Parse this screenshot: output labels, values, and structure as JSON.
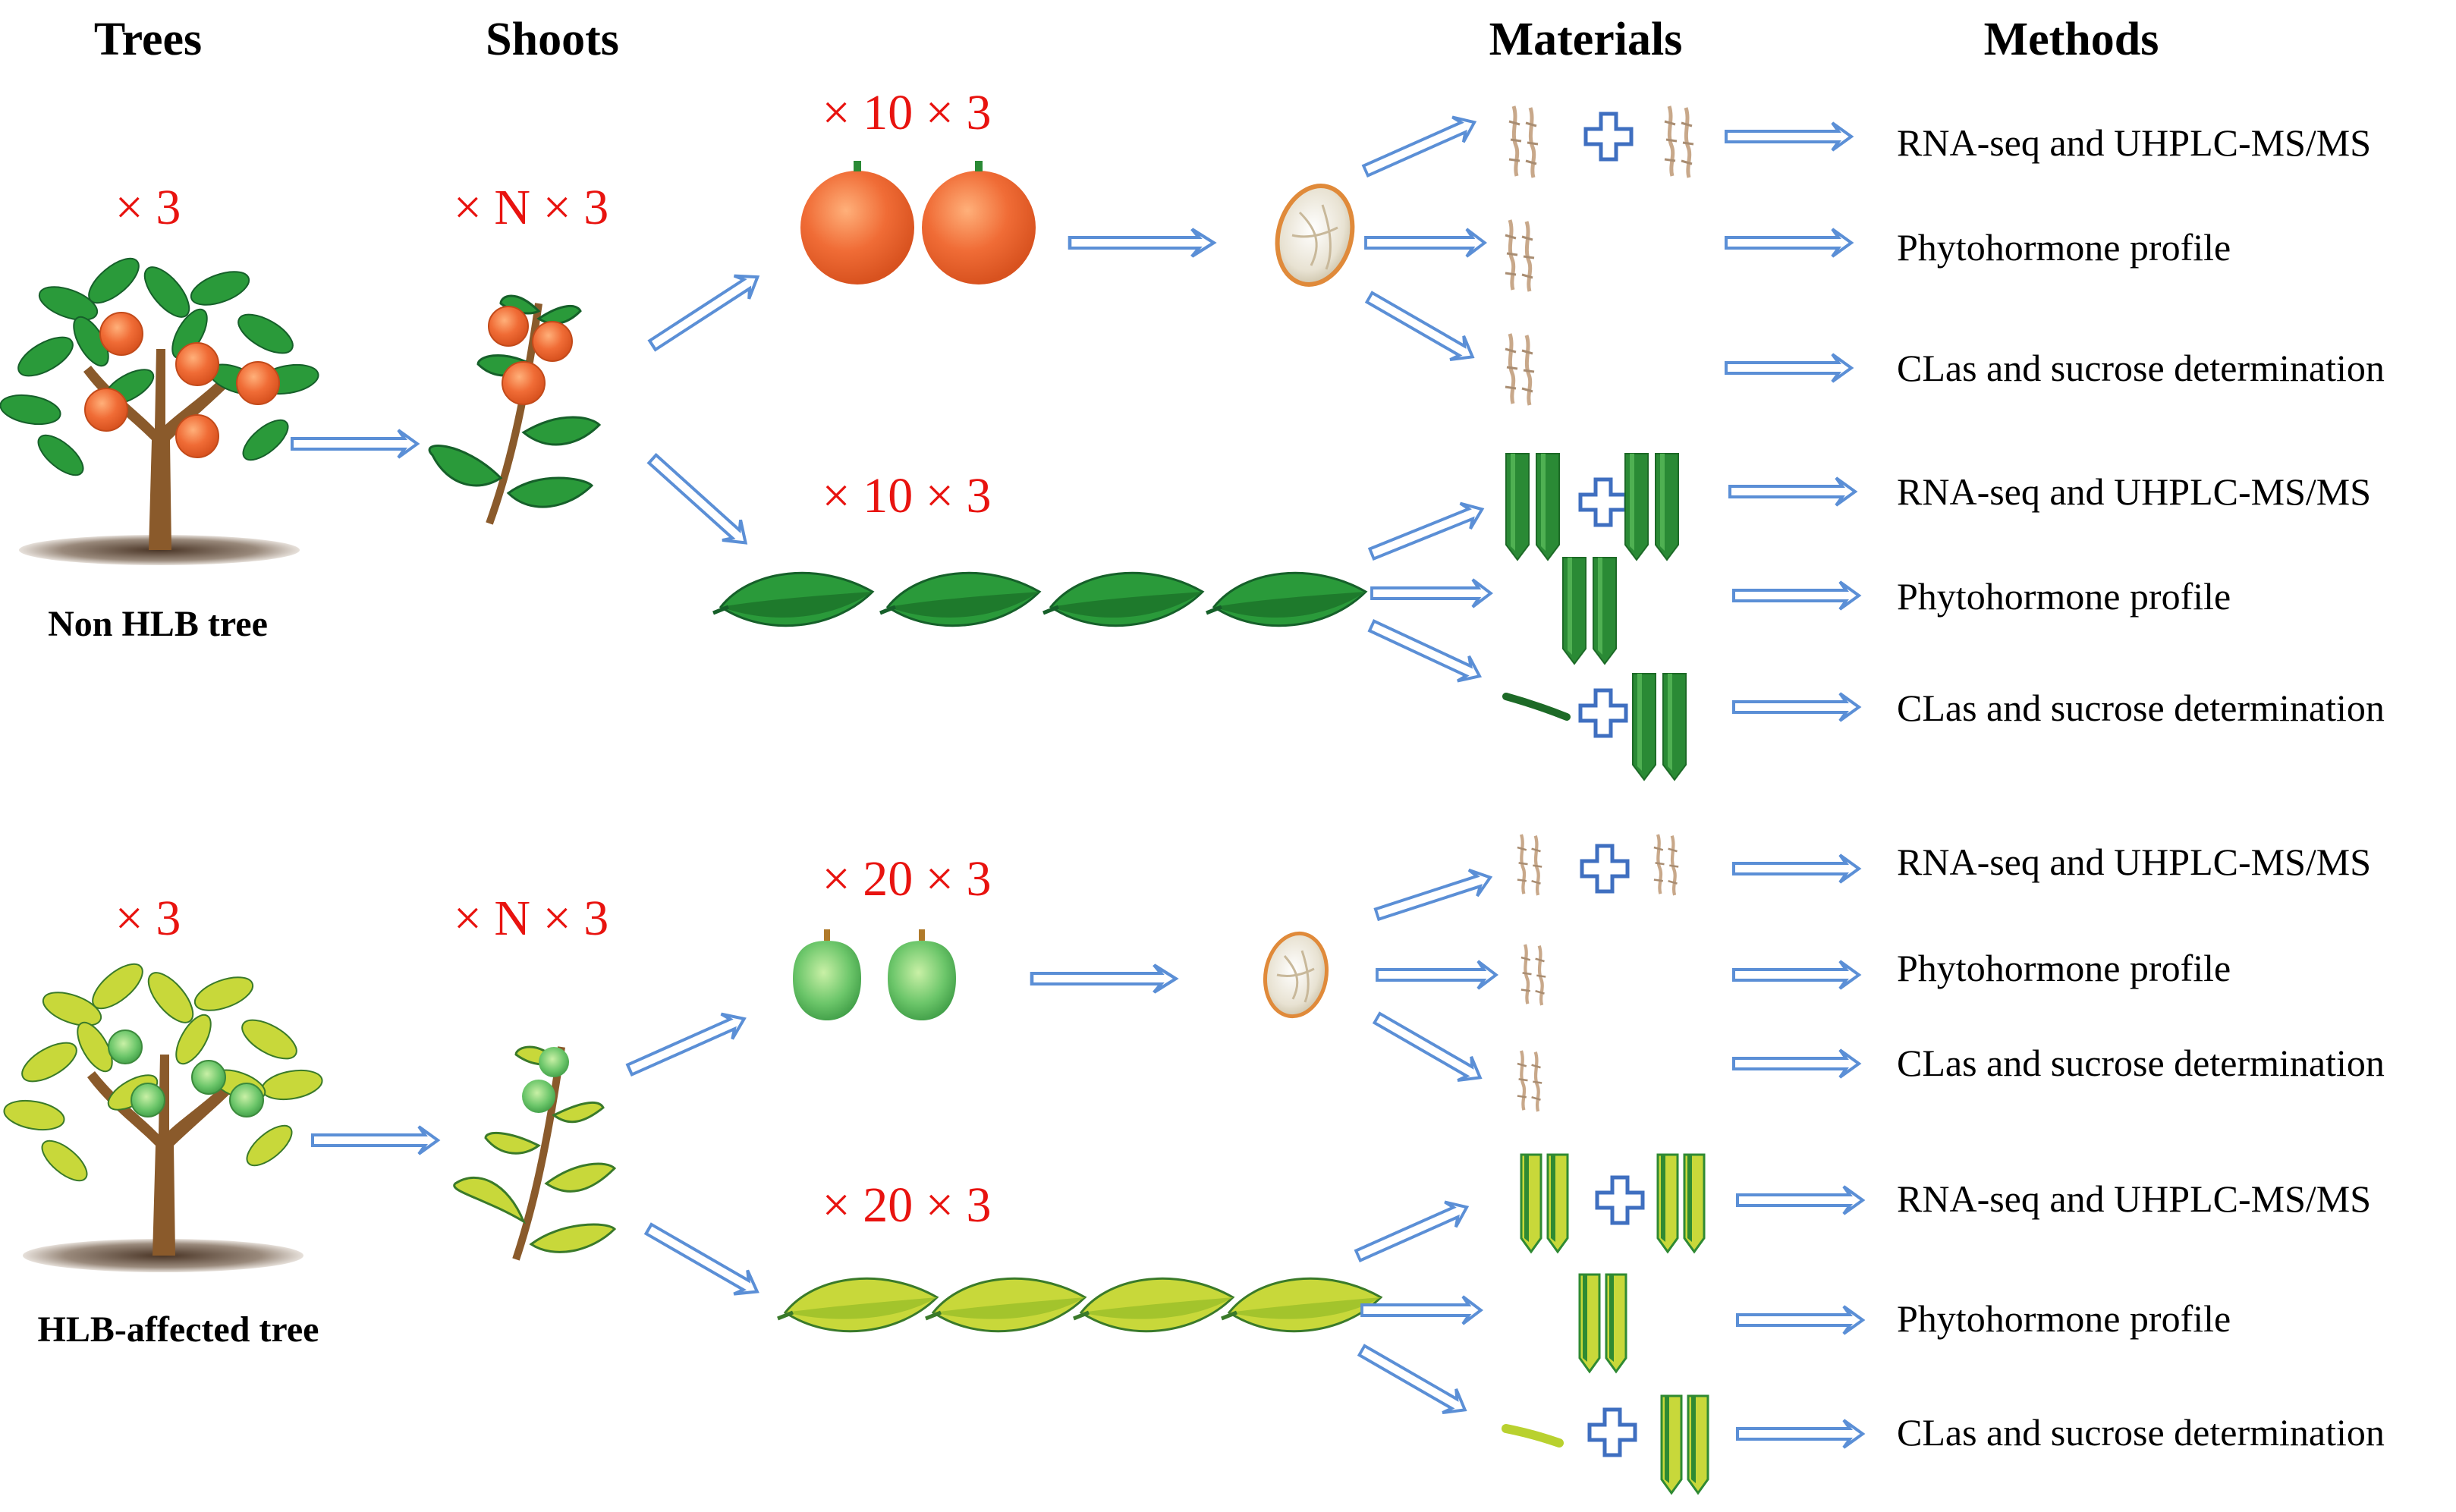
{
  "headers": {
    "trees": "Trees",
    "shoots": "Shoots",
    "materials": "Materials",
    "methods": "Methods"
  },
  "groups": [
    {
      "tree_count": "× 3",
      "shoot_count": "× N × 3",
      "tree_label": "Non HLB tree",
      "fruit_count": "× 10 × 3",
      "leaf_count": "× 10 × 3",
      "methods": [
        "RNA-seq and UHPLC-MS/MS",
        "Phytohormone profile",
        "CLas and sucrose determination",
        "RNA-seq and UHPLC-MS/MS",
        "Phytohormone profile",
        "CLas and sucrose determination"
      ]
    },
    {
      "tree_count": "× 3",
      "shoot_count": "× N × 3",
      "tree_label": "HLB-affected tree",
      "fruit_count": "× 20 × 3",
      "leaf_count": "× 20 × 3",
      "methods": [
        "RNA-seq and  UHPLC-MS/MS",
        "Phytohormone profile",
        "CLas and sucrose determination",
        "RNA-seq and  UHPLC-MS/MS",
        "Phytohormone profile",
        "CLas and sucrose determination"
      ]
    }
  ],
  "colors": {
    "arrow": "#5b8fd6",
    "count_text": "#e8130f",
    "healthy_fruit": "#ef6a35",
    "healthy_leaf": "#2a9a3a",
    "hlb_fruit": "#6cc66a",
    "hlb_leaf": "#c8d83a"
  },
  "icons": [
    "tree-icon",
    "shoot-icon",
    "fruit-icon",
    "leaf-icon",
    "vascular-bundle-icon",
    "midrib-strip-icon",
    "plus-icon",
    "double-arrow-icon"
  ]
}
